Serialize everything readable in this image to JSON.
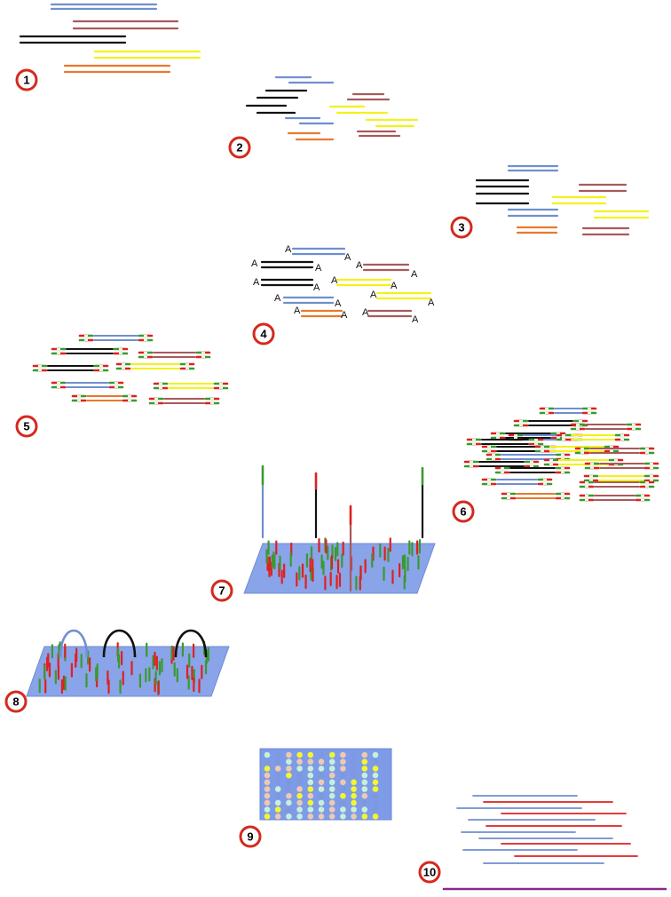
{
  "title": "Sequencing library preparation workflow",
  "steps": [
    {
      "number": "1",
      "stage": "genomic-dna"
    },
    {
      "number": "2",
      "stage": "fragmentation"
    },
    {
      "number": "3",
      "stage": "end-repair"
    },
    {
      "number": "4",
      "stage": "a-tailing"
    },
    {
      "number": "5",
      "stage": "adapter-ligation"
    },
    {
      "number": "6",
      "stage": "amplification"
    },
    {
      "number": "7",
      "stage": "flowcell-hybridization"
    },
    {
      "number": "8",
      "stage": "bridge-amplification"
    },
    {
      "number": "9",
      "stage": "sequencing-by-synthesis"
    },
    {
      "number": "10",
      "stage": "alignment"
    }
  ],
  "a_tail_label": "A",
  "colors": {
    "blue": "#6f8fd0",
    "brown": "#a85a5a",
    "black": "#111111",
    "yellow": "#f2f21a",
    "orange": "#e8792e",
    "red": "#e02020",
    "green": "#3a9a30",
    "purple": "#8a2a8a",
    "plate": "#7d9be6",
    "circle": "#d42a1e"
  }
}
